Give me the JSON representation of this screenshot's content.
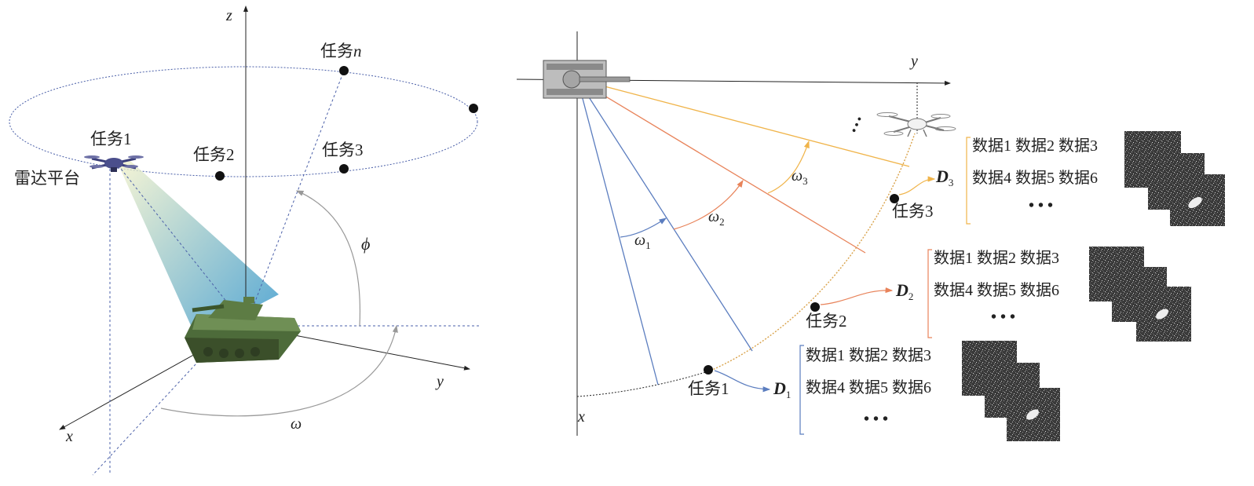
{
  "left": {
    "axis_z": "z",
    "axis_x": "x",
    "axis_y": "y",
    "angle_phi": "ϕ",
    "angle_omega": "ω",
    "task_n": "任务",
    "task_n_var": "n",
    "task_1": "任务1",
    "task_2": "任务2",
    "task_3": "任务3",
    "radar_platform": "雷达平台"
  },
  "right": {
    "axis_y": "y",
    "axis_x": "x",
    "ellipsis": "…",
    "omega_1": "ω",
    "omega_1_sub": "1",
    "omega_2": "ω",
    "omega_2_sub": "2",
    "omega_3": "ω",
    "omega_3_sub": "3",
    "task_1": "任务1",
    "task_2": "任务2",
    "task_3": "任务3",
    "groups": [
      {
        "D": "D",
        "sub": "3",
        "row1": "数据1 数据2 数据3",
        "row2": "数据4 数据5 数据6",
        "more": "• • •"
      },
      {
        "D": "D",
        "sub": "2",
        "row1": "数据1 数据2 数据3",
        "row2": "数据4 数据5 数据6",
        "more": "• • •"
      },
      {
        "D": "D",
        "sub": "1",
        "row1": "数据1 数据2 数据3",
        "row2": "数据4 数据5 数据6",
        "more": "• • •"
      }
    ]
  },
  "colors": {
    "blue_line": "#5b7dbf",
    "orange_line": "#e8835a",
    "yellow_line": "#f0b44a",
    "dash_blue": "#4a5fa8"
  }
}
